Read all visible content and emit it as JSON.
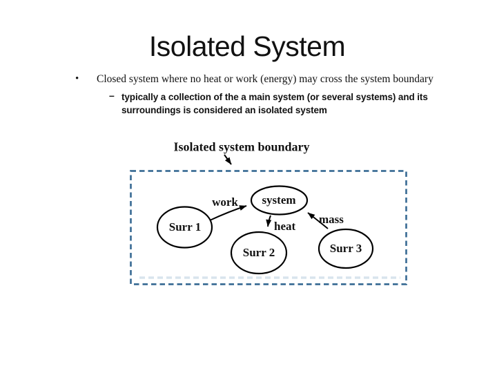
{
  "slide": {
    "title": "Isolated System",
    "bullet": {
      "marker": "•",
      "text": "Closed system where no heat or work (energy)  may cross the system boundary"
    },
    "sub_bullet": {
      "marker": "–",
      "text": "typically a collection of the a main system (or several systems) and its\nsurroundings is considered an isolated system"
    }
  },
  "diagram": {
    "boundary_label": "Isolated system boundary",
    "nodes": [
      {
        "id": "system",
        "label": "system",
        "shape": "ellipse"
      },
      {
        "id": "surr1",
        "label": "Surr 1",
        "shape": "ellipse"
      },
      {
        "id": "surr2",
        "label": "Surr 2",
        "shape": "ellipse"
      },
      {
        "id": "surr3",
        "label": "Surr 3",
        "shape": "ellipse"
      }
    ],
    "flows": [
      {
        "label": "work",
        "from": "Surr 1",
        "to": "system"
      },
      {
        "label": "heat",
        "from": "system",
        "to": "Surr 2"
      },
      {
        "label": "mass",
        "from": "Surr 3",
        "to": "system"
      }
    ],
    "colors": {
      "boundary_dash": "#3d6e96",
      "boundary_ghost": "#b9cfdf",
      "shape_stroke": "#000000"
    }
  }
}
